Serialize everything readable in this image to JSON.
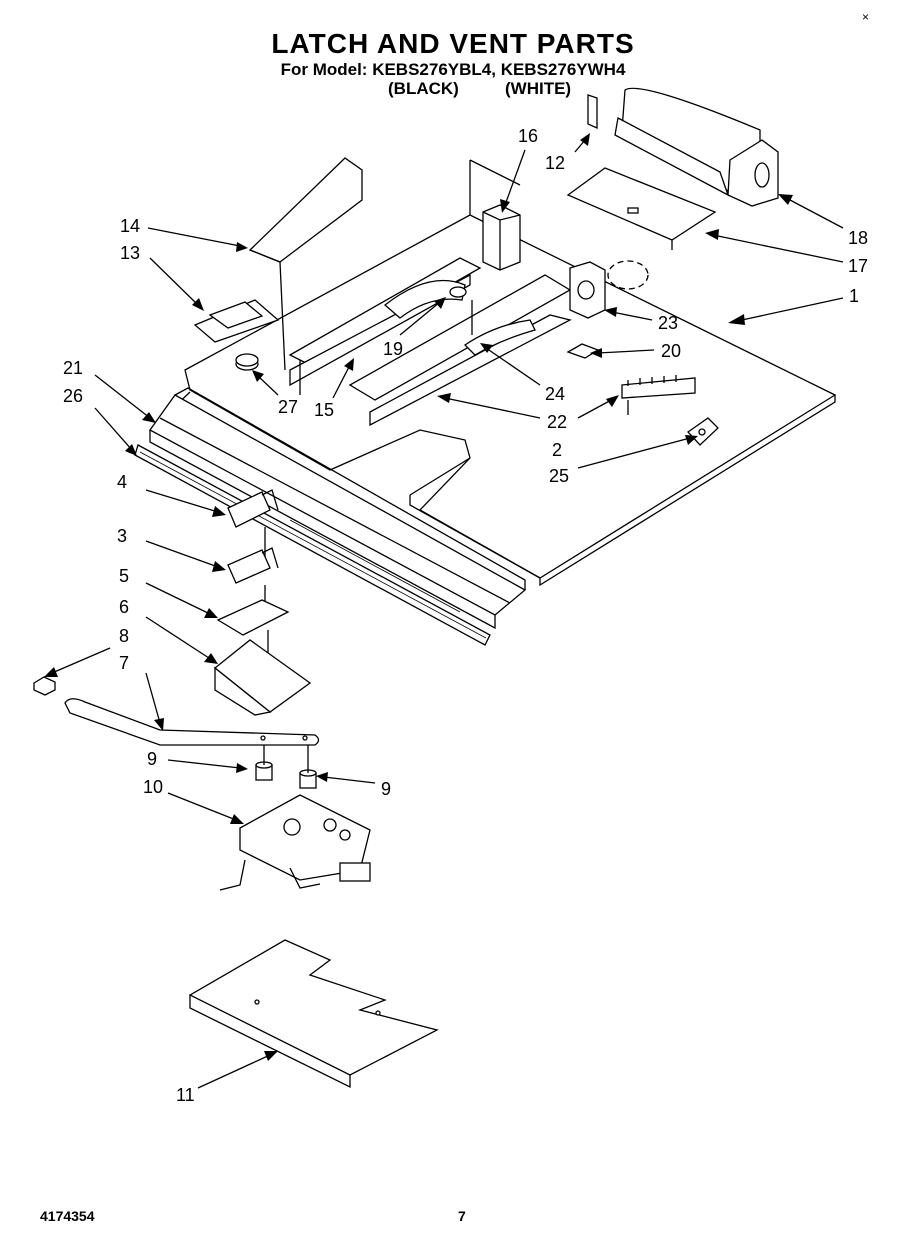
{
  "header": {
    "title": "LATCH AND VENT PARTS",
    "model_line": "For Model: KEBS276YBL4, KEBS276YWH4",
    "color_black": "(BLACK)",
    "color_white": "(WHITE)"
  },
  "footer": {
    "doc_number": "4174354",
    "page_number": "7"
  },
  "corner_mark": "×",
  "callouts": {
    "c1": "1",
    "c2": "2",
    "c3": "3",
    "c4": "4",
    "c5": "5",
    "c6": "6",
    "c7": "7",
    "c8": "8",
    "c9a": "9",
    "c9b": "9",
    "c10": "10",
    "c11": "11",
    "c12": "12",
    "c13": "13",
    "c14": "14",
    "c15": "15",
    "c16": "16",
    "c17": "17",
    "c18": "18",
    "c19": "19",
    "c20": "20",
    "c21": "21",
    "c22": "22",
    "c23": "23",
    "c24": "24",
    "c25": "25",
    "c26": "26",
    "c27": "27"
  }
}
